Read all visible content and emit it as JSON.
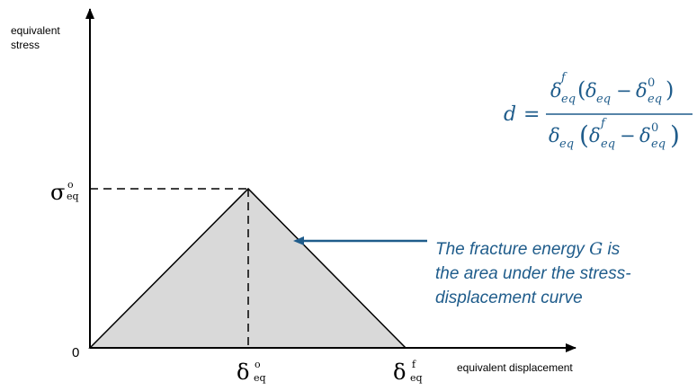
{
  "axes": {
    "y_label_line1": "equivalent",
    "y_label_line2": "stress",
    "x_label": "equivalent displacement",
    "origin_label": "0"
  },
  "ticks": {
    "sigma_symbol": "σ",
    "sigma_superscript": "o",
    "sigma_subscript": "eq",
    "delta_symbol": "δ",
    "delta0_superscript": "o",
    "delta0_subscript": "eq",
    "deltaf_superscript": "f",
    "deltaf_subscript": "eq"
  },
  "formula": {
    "lhs": "d",
    "equals": "=",
    "delta": "δ",
    "eq": "eq",
    "f": "f",
    "zero": "0",
    "minus": "−",
    "lparen": "(",
    "rparen": ")"
  },
  "annotation": {
    "line1_before": "The fracture energy ",
    "line1_G": "G",
    "line1_after": " is",
    "line2": "the area under the stress-",
    "line3": "displacement curve"
  },
  "colors": {
    "axis": "#000000",
    "fill": "#d9d9d9",
    "accent": "#1f5c8b"
  }
}
